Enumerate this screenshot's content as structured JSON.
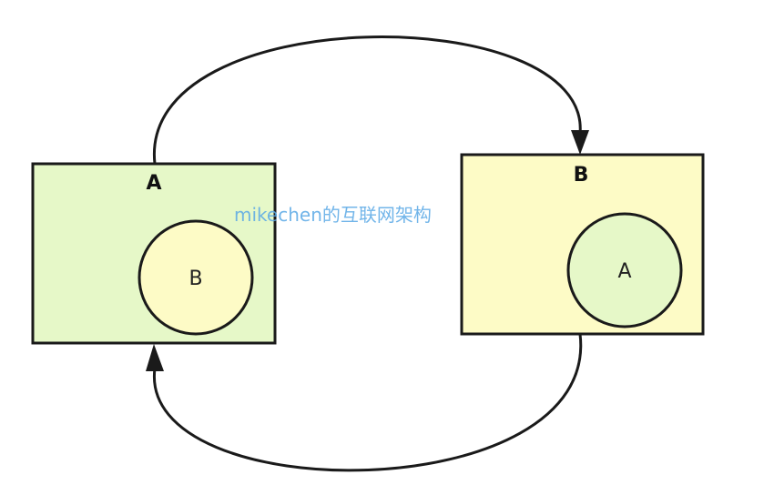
{
  "box_a": {
    "title": "A",
    "fill": "#e6f8c8",
    "inner_circle": {
      "label": "B",
      "fill": "#fdfbc6"
    }
  },
  "box_b": {
    "title": "B",
    "fill": "#fdfbc6",
    "inner_circle": {
      "label": "A",
      "fill": "#e6f8c8"
    }
  },
  "arrows": {
    "top": {
      "from": "A",
      "to": "B"
    },
    "bottom": {
      "from": "B",
      "to": "A"
    }
  },
  "watermark": {
    "text": "mikechen的互联网架构",
    "color": "#5aa9e6"
  }
}
